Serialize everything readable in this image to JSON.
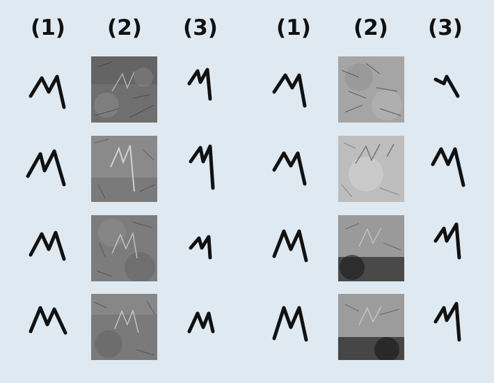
{
  "panels": [
    {
      "headers": [
        "(1)",
        "(2)",
        "(3)"
      ],
      "rows": [
        {
          "drawing": "m-glyph-a",
          "photo_tone": "#6f6f6f",
          "trace": "m-glyph-narrow"
        },
        {
          "drawing": "m-glyph-b",
          "photo_tone": "#8a8a8a",
          "trace": "m-glyph-tall"
        },
        {
          "drawing": "m-glyph-c",
          "photo_tone": "#7c7c7c",
          "trace": "m-glyph-small"
        },
        {
          "drawing": "m-glyph-d",
          "photo_tone": "#7a7a7a",
          "trace": "m-glyph-wide"
        }
      ]
    },
    {
      "headers": [
        "(1)",
        "(2)",
        "(3)"
      ],
      "rows": [
        {
          "drawing": "m-glyph-e",
          "photo_tone": "#a5a5a5",
          "trace": "m-glyph-fragment"
        },
        {
          "drawing": "m-glyph-f",
          "photo_tone": "#bdbdbd",
          "trace": "m-glyph-wide"
        },
        {
          "drawing": "m-glyph-g",
          "photo_tone": "#6a6a6a",
          "trace": "m-glyph-tall"
        },
        {
          "drawing": "m-glyph-h",
          "photo_tone": "#666666",
          "trace": "m-glyph-tall"
        }
      ]
    }
  ]
}
